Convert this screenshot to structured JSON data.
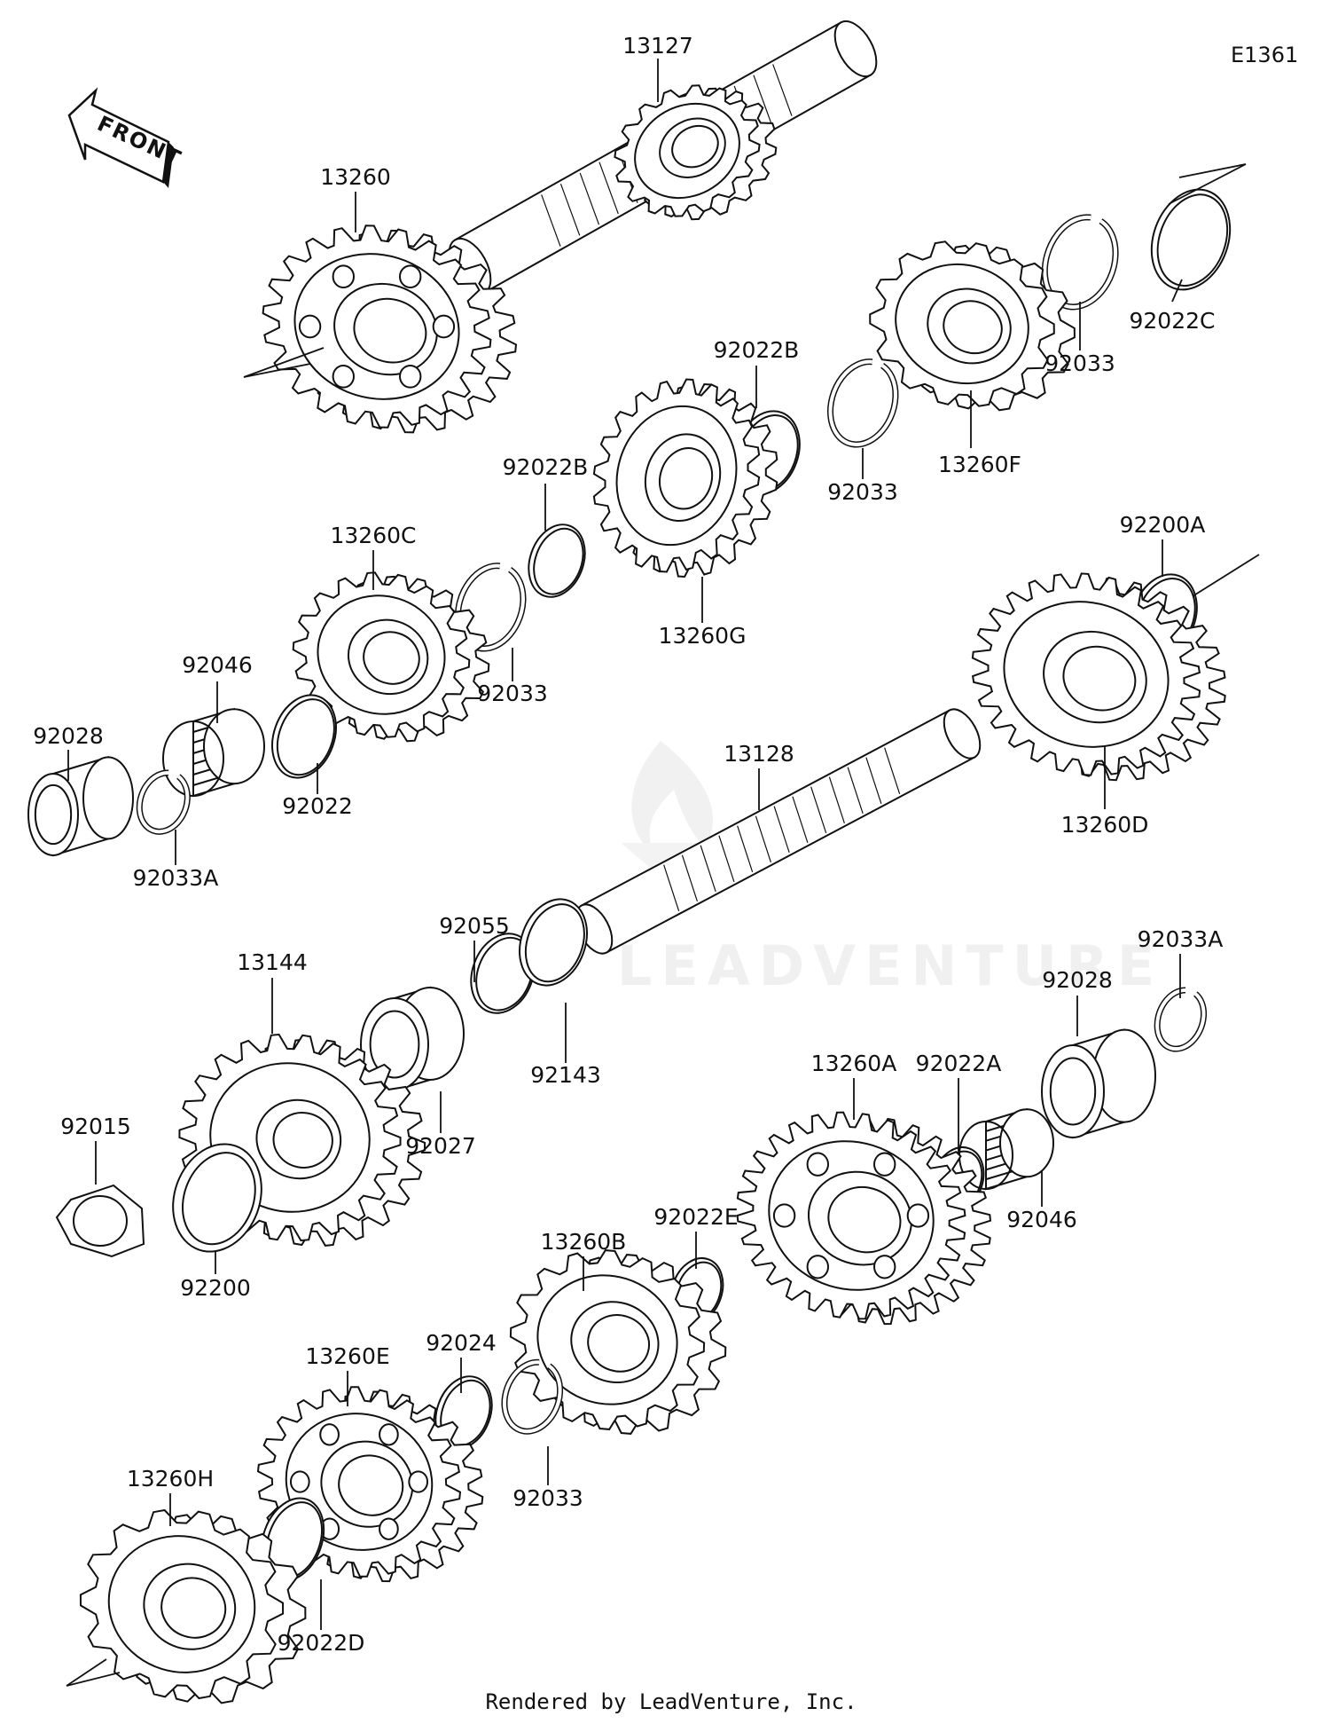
{
  "diagram_code": "E1361",
  "front_label": "FRONT",
  "watermark": "LEADVENTURE",
  "footer": "Rendered by LeadVenture, Inc.",
  "part_labels": [
    "13127",
    "13260",
    "92022C",
    "92033",
    "13260F",
    "92022B",
    "92033",
    "92022B",
    "13260G",
    "13260C",
    "92033",
    "92046",
    "92028",
    "92022",
    "92033A",
    "92200A",
    "13128",
    "13260D",
    "92055",
    "92143",
    "13144",
    "92027",
    "92015",
    "92200",
    "92033A",
    "92028",
    "13260A",
    "92022A",
    "92046",
    "92022E",
    "13260B",
    "92024",
    "92033",
    "13260E",
    "13260H",
    "92022D"
  ],
  "colors": {
    "line": "#111111",
    "fill": "#ffffff",
    "watermark": "#efefef"
  }
}
